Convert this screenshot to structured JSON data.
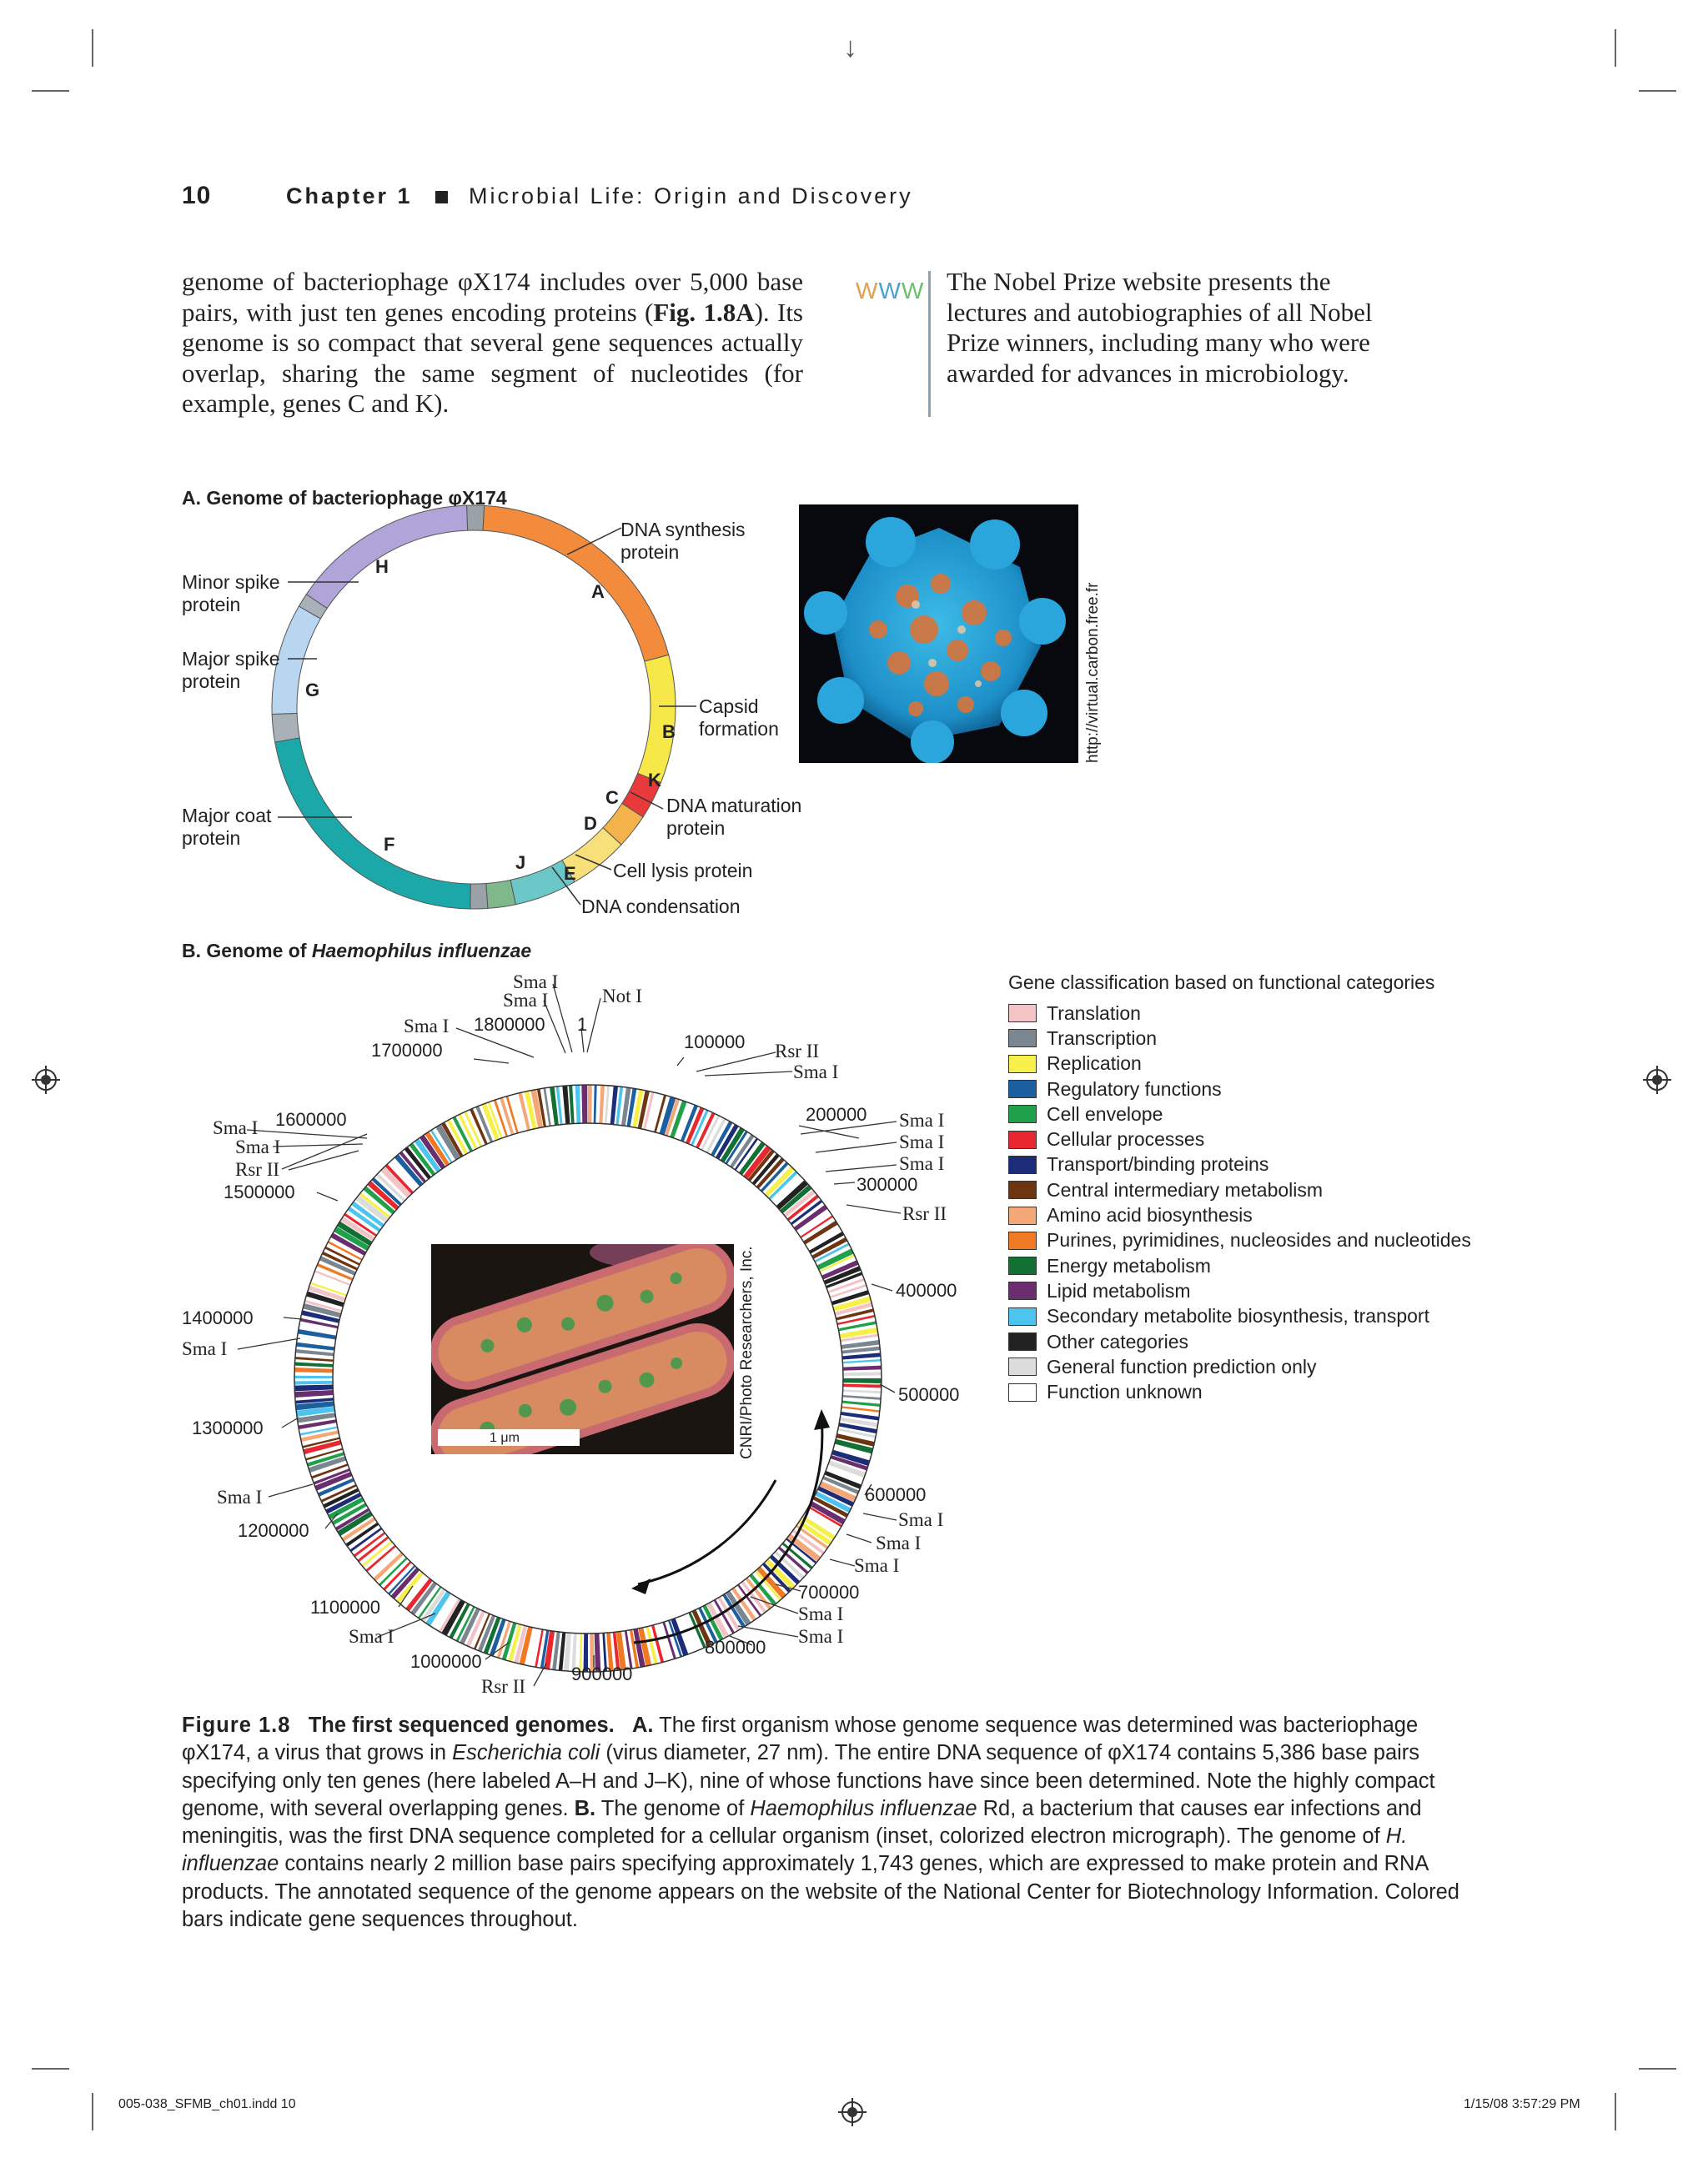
{
  "header": {
    "page_number": "10",
    "chapter": "Chapter 1",
    "title": "Microbial Life: Origin and Discovery"
  },
  "body": {
    "para_pre": "genome of bacteriophage φX174 includes over 5,000 base pairs, with just ten genes encoding proteins (",
    "para_ref": "Fig. 1.8A",
    "para_post": "). Its genome is so compact that several gene sequences actually overlap, sharing the same segment of nucleotides (for example, genes C and K)."
  },
  "sidebar": {
    "www": [
      "W",
      "W",
      "W"
    ],
    "text": "The Nobel Prize website presents the lectures and autobiographies of all Nobel Prize winners, including many who were awarded for advances in microbiology."
  },
  "figure_a": {
    "title": "A. Genome of bacteriophage φX174",
    "genes": [
      "H",
      "A",
      "B",
      "K",
      "C",
      "D",
      "J",
      "E",
      "F",
      "G"
    ],
    "labels": {
      "dna_synthesis_1": "DNA synthesis",
      "dna_synthesis_2": "protein",
      "minor_spike_1": "Minor spike",
      "minor_spike_2": "protein",
      "major_spike_1": "Major spike",
      "major_spike_2": "protein",
      "capsid_1": "Capsid",
      "capsid_2": "formation",
      "dna_maturation_1": "DNA maturation",
      "dna_maturation_2": "protein",
      "major_coat_1": "Major coat",
      "major_coat_2": "protein",
      "cell_lysis": "Cell lysis protein",
      "dna_condensation": "DNA condensation"
    },
    "photo_credit": "http://virtual.carbon.free.fr"
  },
  "figure_b": {
    "title_pre": "B. Genome of ",
    "title_species": "Haemophilus influenzae",
    "map_labels": {
      "sma1_top1": "Sma I",
      "sma1_top2": "Sma I",
      "not1": "Not I",
      "sma1_left": "Sma I",
      "pos1800000": "1800000",
      "pos1": "1",
      "pos1700000": "1700000",
      "pos100000": "100000",
      "rsr2_a": "Rsr II",
      "sma1_b": "Sma I",
      "sma1_c": "Sma I",
      "pos1600000": "1600000",
      "sma1_d": "Sma I",
      "rsr2_b": "Rsr II",
      "pos1500000": "1500000",
      "pos200000": "200000",
      "sma1_e": "Sma I",
      "sma1_f": "Sma I",
      "sma1_g": "Sma I",
      "pos300000": "300000",
      "rsr2_c": "Rsr II",
      "pos400000": "400000",
      "pos1400000": "1400000",
      "sma1_h": "Sma I",
      "pos500000": "500000",
      "pos1300000": "1300000",
      "pos600000": "600000",
      "sma1_i": "Sma I",
      "pos1200000": "1200000",
      "sma1_j": "Sma I",
      "sma1_k": "Sma I",
      "sma1_l": "Sma I",
      "pos700000": "700000",
      "pos1100000": "1100000",
      "sma1_m": "Sma I",
      "sma1_n": "Sma I",
      "sma1_o": "Sma I",
      "pos800000": "800000",
      "pos1000000": "1000000",
      "pos900000": "900000",
      "rsr2_d": "Rsr II"
    },
    "scale_bar": "1 μm",
    "photo_credit": "CNRI/Photo Researchers, Inc."
  },
  "legend": {
    "title": "Gene classification based on functional categories",
    "items": [
      {
        "label": "Translation",
        "color": "#f2c4c8"
      },
      {
        "label": "Transcription",
        "color": "#7a8790"
      },
      {
        "label": "Replication",
        "color": "#f7ef4a"
      },
      {
        "label": "Regulatory functions",
        "color": "#1c5fa0"
      },
      {
        "label": "Cell envelope",
        "color": "#20a04a"
      },
      {
        "label": "Cellular processes",
        "color": "#e8282e"
      },
      {
        "label": "Transport/binding proteins",
        "color": "#1c2c78"
      },
      {
        "label": "Central intermediary metabolism",
        "color": "#6e3512"
      },
      {
        "label": "Amino acid biosynthesis",
        "color": "#f4a878"
      },
      {
        "label": "Purines, pyrimidines, nucleosides and nucleotides",
        "color": "#f07a24"
      },
      {
        "label": "Energy metabolism",
        "color": "#127035"
      },
      {
        "label": "Lipid metabolism",
        "color": "#6a2e6e"
      },
      {
        "label": "Secondary metabolite biosynthesis, transport",
        "color": "#4cc4ee"
      },
      {
        "label": "Other categories",
        "color": "#222222"
      },
      {
        "label": "General function prediction only",
        "color": "#dcdcdc"
      },
      {
        "label": "Function unknown",
        "color": "#ffffff"
      }
    ]
  },
  "caption": {
    "fig_num": "Figure 1.8",
    "fig_title": "The first sequenced genomes.",
    "a_label": "A.",
    "a_text_1": "The first organism whose genome sequence was determined was bacteriophage φX174, a virus that grows in ",
    "a_species": "Escherichia coli",
    "a_text_2": " (virus diameter, 27 nm). The entire DNA sequence of φX174 contains 5,386 base pairs specifying only ten genes (here labeled A–H and J–K), nine of whose functions have since been determined. Note the highly compact genome, with several overlapping genes. ",
    "b_label": "B.",
    "b_text_1": " The genome of ",
    "b_species": "Haemophilus influenzae",
    "b_text_2": " Rd, a bacterium that causes ear infections and meningitis, was the first DNA sequence completed for a cellular organism (inset, colorized electron micrograph). The genome of ",
    "b_species_2": "H. influenzae",
    "b_text_3": " contains nearly 2 million base pairs specifying approximately 1,743 genes, which are expressed to make protein and RNA products. The annotated sequence of the genome appears on the website of the National Center for Biotechnology Information. Colored bars indicate gene sequences throughout."
  },
  "footer": {
    "file": "005-038_SFMB_ch01.indd   10",
    "timestamp": "1/15/08   3:57:29 PM"
  }
}
